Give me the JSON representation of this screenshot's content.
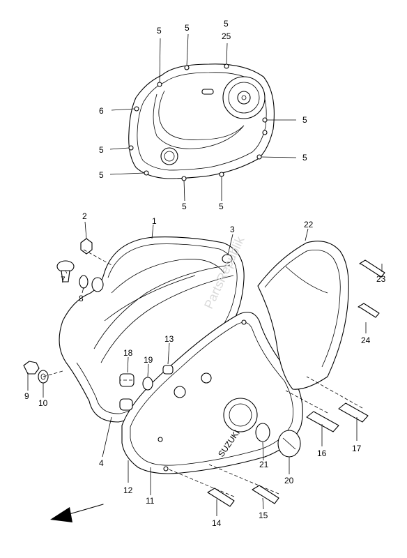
{
  "callouts": {
    "c5_a": "5",
    "c5_b": "5",
    "c5_c": "5",
    "c25": "25",
    "c6": "6",
    "c5_r1": "5",
    "c5_l1": "5",
    "c5_r2": "5",
    "c5_l2": "5",
    "c5_b1": "5",
    "c5_b2": "5",
    "c1": "1",
    "c2": "2",
    "c3": "3",
    "c22": "22",
    "c7": "7",
    "c8": "8",
    "c23": "23",
    "c24": "24",
    "c13": "13",
    "c18": "18",
    "c19": "19",
    "c9": "9",
    "c10": "10",
    "c4": "4",
    "c16": "16",
    "c17": "17",
    "c21": "21",
    "c20": "20",
    "c12": "12",
    "c11": "11",
    "c14": "14",
    "c15": "15"
  },
  "cover_lettering": "SUZUKI",
  "watermark": "PartsRepublik",
  "direction_arrow": "front-direction-arrow"
}
